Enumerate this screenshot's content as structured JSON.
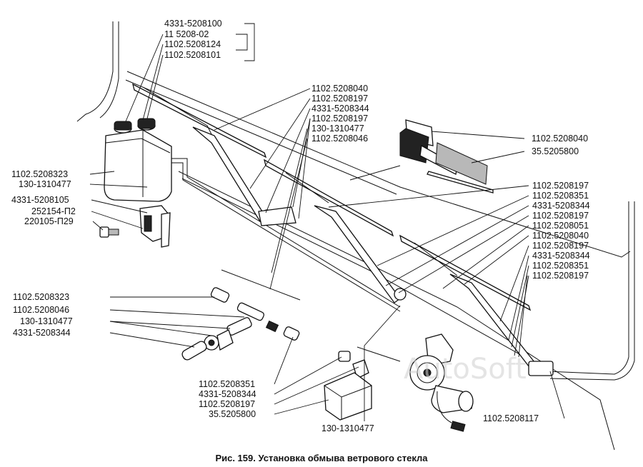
{
  "caption": "Рис. 159. Установка обмыва ветрового стекла",
  "watermark": "AutoSoft",
  "labels": {
    "tl1": "4331-5208100",
    "tl2": "11 5208-02",
    "tl3": "1102.5208124",
    "tl4": "1102.5208101",
    "c1": "1102.5208040",
    "c2": "1102.5208197",
    "c3": "4331-5208344",
    "c4": "1102.5208197",
    "c5": "130-1310477",
    "c6": "1102.5208046",
    "m1": "1102.5208040",
    "m2": "35.5205800",
    "l1": "1102.5208323",
    "l2": "130-1310477",
    "l3": "4331-5208105",
    "l4": "252154-П2",
    "l5": "220105-П29",
    "r1": "1102.5208197",
    "r2": "1102.5208351",
    "r3": "4331-5208344",
    "r4": "1102.5208197",
    "r5": "1102.5208051",
    "r6": "1102.5208040",
    "r7": "1102.5208197",
    "r8": "4331-5208344",
    "r9": "1102.5208351",
    "r10": "1102.5208197",
    "bl1": "1102.5208323",
    "bl2": "1102.5208046",
    "bl3": "130-1310477",
    "bl4": "4331-5208344",
    "bc1": "1102.5208351",
    "bc2": "4331-5208344",
    "bc3": "1102.5208197",
    "bc4": "35.5205800",
    "bot1": "130-1310477",
    "bot2": "1102.5208117"
  }
}
